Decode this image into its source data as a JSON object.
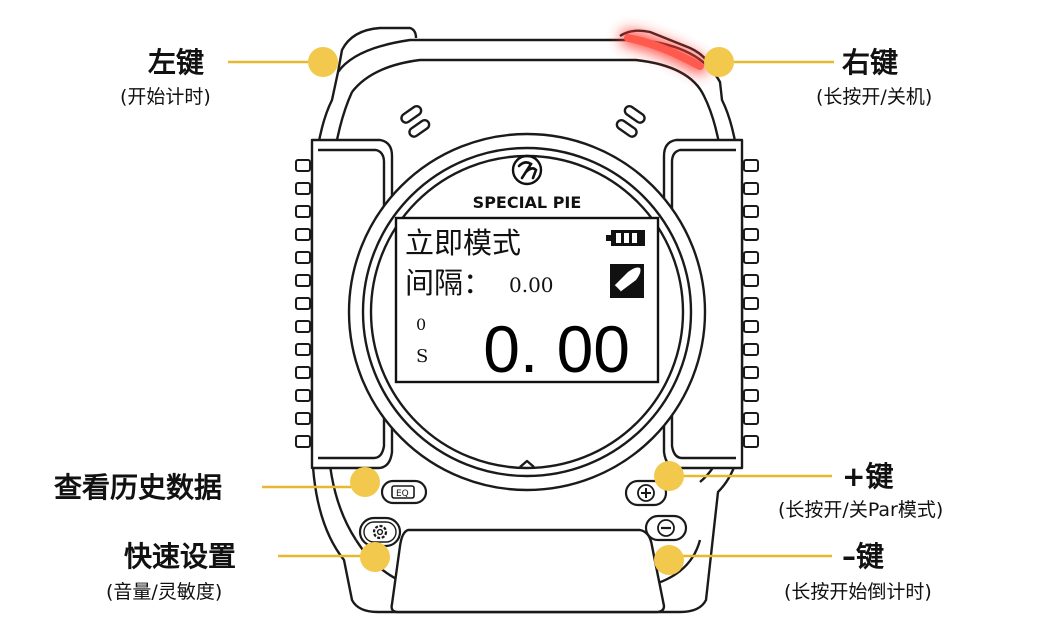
{
  "brand": {
    "name": "SPECIAL PIE",
    "logo_icon": "special-pie-logo-icon"
  },
  "screen": {
    "mode": "立即模式",
    "interval_label": "间隔：",
    "interval_value": "0.00",
    "shot_count": "0",
    "unit": "S",
    "time": "0. 00",
    "battery_icon": "battery-full-icon",
    "bullet_icon": "bullet-icon"
  },
  "callouts": {
    "left_key": {
      "title": "左键",
      "desc": "(开始计时)"
    },
    "right_key": {
      "title": "右键",
      "desc": "(长按开/关机)"
    },
    "history": {
      "title": "查看历史数据"
    },
    "settings": {
      "title": "快速设置",
      "desc": "(音量/灵敏度)"
    },
    "plus_key": {
      "title": "+键",
      "desc": "(长按开/关Par模式)"
    },
    "minus_key": {
      "title": "–键",
      "desc": "(长按开始倒计时)"
    }
  },
  "buttons": {
    "history_icon": "eq-list-icon",
    "settings_icon": "gear-icon",
    "plus_icon": "plus-icon",
    "minus_icon": "minus-icon"
  },
  "colors": {
    "callout_dot": "#F2C94C",
    "callout_line": "#E8B830",
    "power_led": "#FF3B30",
    "outline": "#1A1A1A"
  }
}
